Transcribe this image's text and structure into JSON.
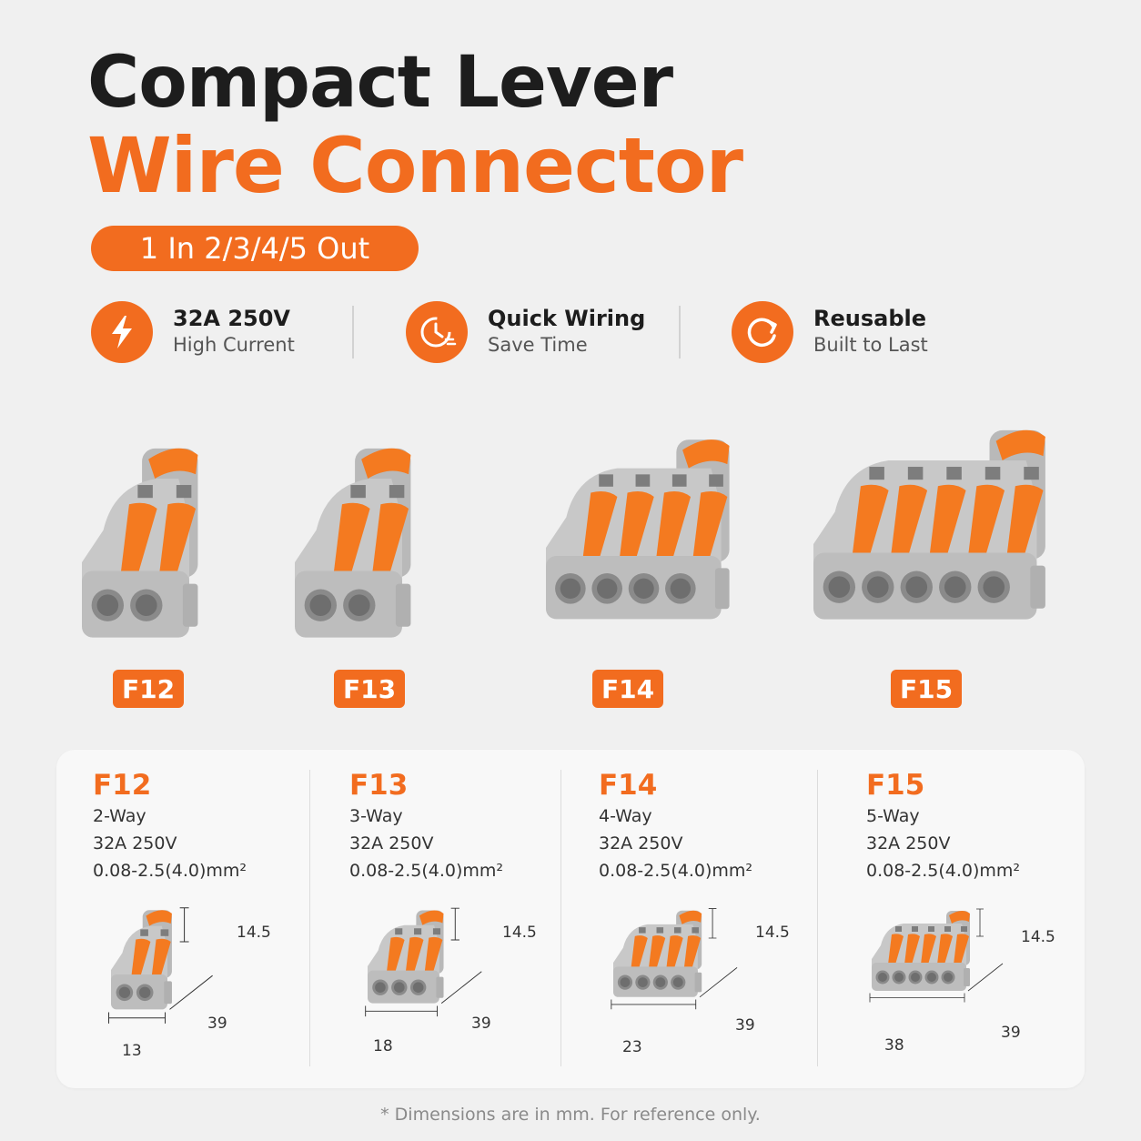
{
  "header": {
    "title_line1": "Compact Lever",
    "title_line2": "Wire Connector",
    "tagline": "1 In 2/3/4/5 Out"
  },
  "features": [
    {
      "icon": "lightning-icon",
      "title": "32A 250V",
      "subtitle": "High Current"
    },
    {
      "icon": "clock-icon",
      "title": "Quick Wiring",
      "subtitle": "Save Time"
    },
    {
      "icon": "refresh-icon",
      "title": "Reusable",
      "subtitle": "Built to Last"
    }
  ],
  "products": [
    {
      "model": "F12",
      "ways": 2
    },
    {
      "model": "F13",
      "ways": 2
    },
    {
      "model": "F14",
      "ways": 4
    },
    {
      "model": "F15",
      "ways": 5
    }
  ],
  "specs": [
    {
      "model": "F12",
      "ways_label": "2-Way",
      "rating": "32A 250V",
      "wire": "0.08-2.5(4.0)mm²",
      "height": "14.5",
      "depth": "39",
      "width": "13",
      "ways": 2
    },
    {
      "model": "F13",
      "ways_label": "3-Way",
      "rating": "32A 250V",
      "wire": "0.08-2.5(4.0)mm²",
      "height": "14.5",
      "depth": "39",
      "width": "18",
      "ways": 3
    },
    {
      "model": "F14",
      "ways_label": "4-Way",
      "rating": "32A 250V",
      "wire": "0.08-2.5(4.0)mm²",
      "height": "14.5",
      "depth": "39",
      "width": "23",
      "ways": 4
    },
    {
      "model": "F15",
      "ways_label": "5-Way",
      "rating": "32A 250V",
      "wire": "0.08-2.5(4.0)mm²",
      "height": "14.5",
      "depth": "39",
      "width": "38",
      "ways": 5
    }
  ],
  "footnote": "* Dimensions are in mm. For reference only.",
  "colors": {
    "accent": "#f26c1f",
    "lever": "#f47a20",
    "body": "#c8c8c8",
    "text": "#1d1d1d"
  }
}
